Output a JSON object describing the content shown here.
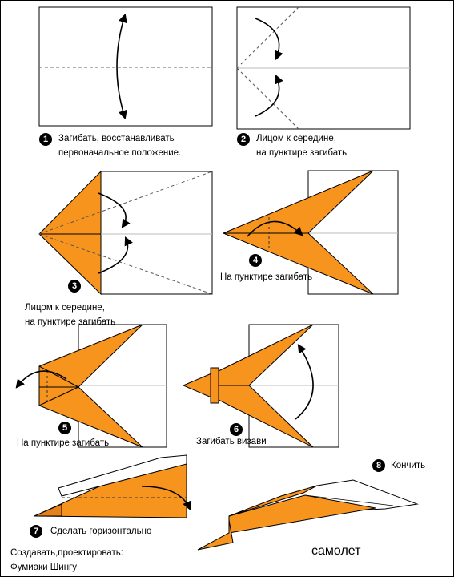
{
  "colors": {
    "paper": "#f7941d",
    "outline": "#000000",
    "fold_line": "#555555",
    "midline": "#bbbbbb"
  },
  "steps": [
    {
      "number": "1",
      "caption_lines": [
        "Загибать, восстанавливать",
        "первоначальное положение."
      ]
    },
    {
      "number": "2",
      "caption_lines": [
        "Лицом  к середине,",
        "на пунктире загибать"
      ]
    },
    {
      "number": "3",
      "caption_lines": [
        "Лицом  к середине,",
        "на пунктире загибать"
      ]
    },
    {
      "number": "4",
      "caption_lines": [
        "На пунктире загибать"
      ]
    },
    {
      "number": "5",
      "caption_lines": [
        "На пунктире загибать"
      ]
    },
    {
      "number": "6",
      "caption_lines": [
        "Загибать визави"
      ]
    },
    {
      "number": "7",
      "caption_lines": [
        "Сделать горизонтально"
      ]
    },
    {
      "number": "8",
      "caption_lines": [
        "Кончить"
      ]
    }
  ],
  "result_label": "самолет",
  "credits": {
    "line1": "Создавать,проектировать:",
    "line2": "Фумиаки Шингу"
  }
}
